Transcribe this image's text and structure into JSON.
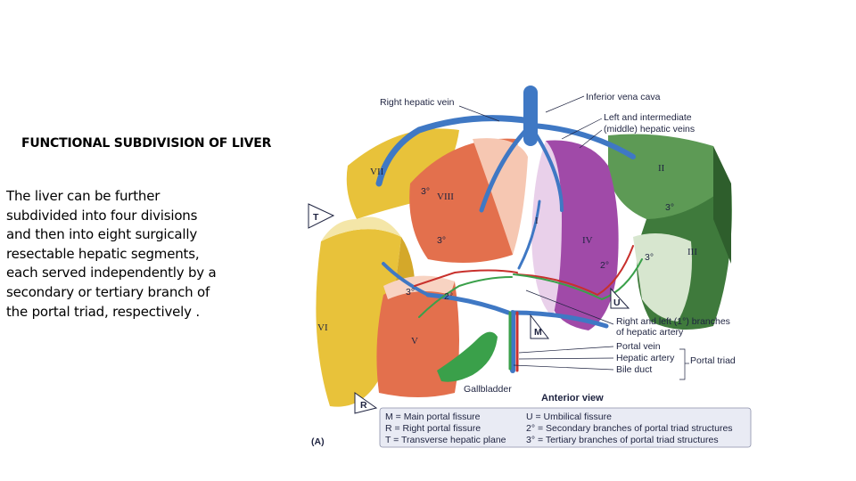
{
  "slide": {
    "title": "FUNCTIONAL SUBDIVISION OF LIVER",
    "body": "The liver can be further subdivided into four divisions and then into eight surgically resectable hepatic segments, each served independently by a secondary or tertiary branch of the portal triad, respectively ."
  },
  "figure": {
    "labels": {
      "right_hepatic_vein": "Right hepatic vein",
      "inferior_vena_cava": "Inferior vena cava",
      "left_intermediate_1": "Left and intermediate",
      "left_intermediate_2": "(middle) hepatic veins",
      "branches_1": "Right and left (1°) branches",
      "branches_2": "of hepatic artery",
      "portal_vein": "Portal vein",
      "hepatic_artery": "Hepatic artery",
      "bile_duct": "Bile duct",
      "portal_triad": "Portal triad",
      "gallbladder": "Gallbladder",
      "view": "Anterior view",
      "panel": "(A)"
    },
    "segments": {
      "s2": "II",
      "s3": "III",
      "s4": "IV",
      "s5": "V",
      "s6": "VI",
      "s7": "VII",
      "s8": "VIII",
      "s1": "I"
    },
    "markers": {
      "t": "T",
      "r": "R",
      "m": "M",
      "u": "U",
      "tert_1": "3°",
      "tert_2": "3°",
      "tert_3": "3°",
      "tert_4": "3°",
      "tert_5": "3°",
      "sec_1": "2°",
      "sec_2": "2°"
    },
    "key": {
      "m": "M = Main portal fissure",
      "r": "R = Right portal fissure",
      "t": "T = Transverse hepatic plane",
      "u": "U = Umbilical fissure",
      "sec": "2° = Secondary branches of portal triad structures",
      "tert": "3° = Tertiary branches of portal triad structures"
    },
    "colors": {
      "yellow_lobe": "#e8c23a",
      "orange_lobe": "#e3704d",
      "purple_lobe": "#a04aa8",
      "green_lobe": "#3f7a3c",
      "vein": "#3f78c4",
      "artery": "#c8302c",
      "bile": "#3aa04a",
      "key_bg": "#e9ebf4"
    }
  }
}
